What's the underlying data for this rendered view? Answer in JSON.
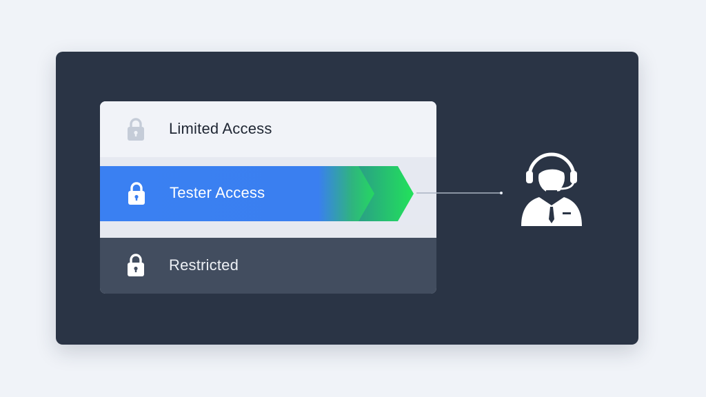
{
  "access_levels": {
    "items": [
      {
        "label": "Limited Access",
        "icon": "lock-icon"
      },
      {
        "label": "Tester Access",
        "icon": "lock-icon",
        "state": "selected"
      },
      {
        "label": "Restricted",
        "icon": "lock-icon"
      }
    ]
  },
  "support_agent": {
    "icon": "support-agent-headset-icon"
  },
  "colors": {
    "page_bg": "#f0f3f8",
    "panel_bg": "#2a3445",
    "selected_blue": "#3a7ff0",
    "selected_green": "#23e05a",
    "restricted_bg": "#424d5f"
  }
}
